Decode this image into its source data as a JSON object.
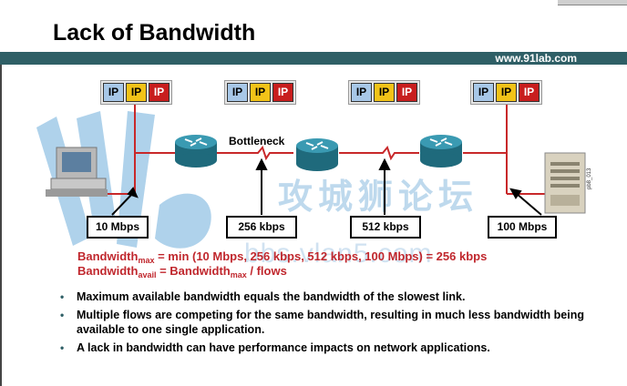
{
  "slide": {
    "title": "Lack of Bandwidth",
    "website": "www.91lab.com",
    "vertical_code": "pb8_013"
  },
  "diagram": {
    "ip_label": "IP",
    "bottleneck_label": "Bottleneck",
    "links": [
      {
        "speed": "10 Mbps"
      },
      {
        "speed": "256 kbps"
      },
      {
        "speed": "512 kbps"
      },
      {
        "speed": "100 Mbps"
      }
    ],
    "colors": {
      "link": "#c8282a",
      "router": "#2e7f93",
      "ip_blue": "#a8c8e8",
      "ip_yellow": "#f2c318",
      "ip_red": "#c81e1e",
      "band": "#2f5f66"
    }
  },
  "formulas": {
    "max_label": "Bandwidth",
    "max_sub": "max",
    "max_expr": " = min (10 Mbps, 256 kbps, 512 kbps, 100 Mbps) = 256 kbps",
    "avail_label": "Bandwidth",
    "avail_sub": "avail",
    "avail_mid": " = Bandwidth",
    "avail_mid_sub": "max",
    "avail_tail": " / flows"
  },
  "bullets": [
    "Maximum available bandwidth equals the bandwidth of the slowest link.",
    "Multiple flows are competing for the same bandwidth, resulting in much less bandwidth being available to one single application.",
    "A lack in bandwidth can have performance impacts on network applications."
  ],
  "bullet_glyph": "•",
  "watermark": {
    "chinese": "攻城狮论坛",
    "url": "bbs.vlan5.com"
  }
}
